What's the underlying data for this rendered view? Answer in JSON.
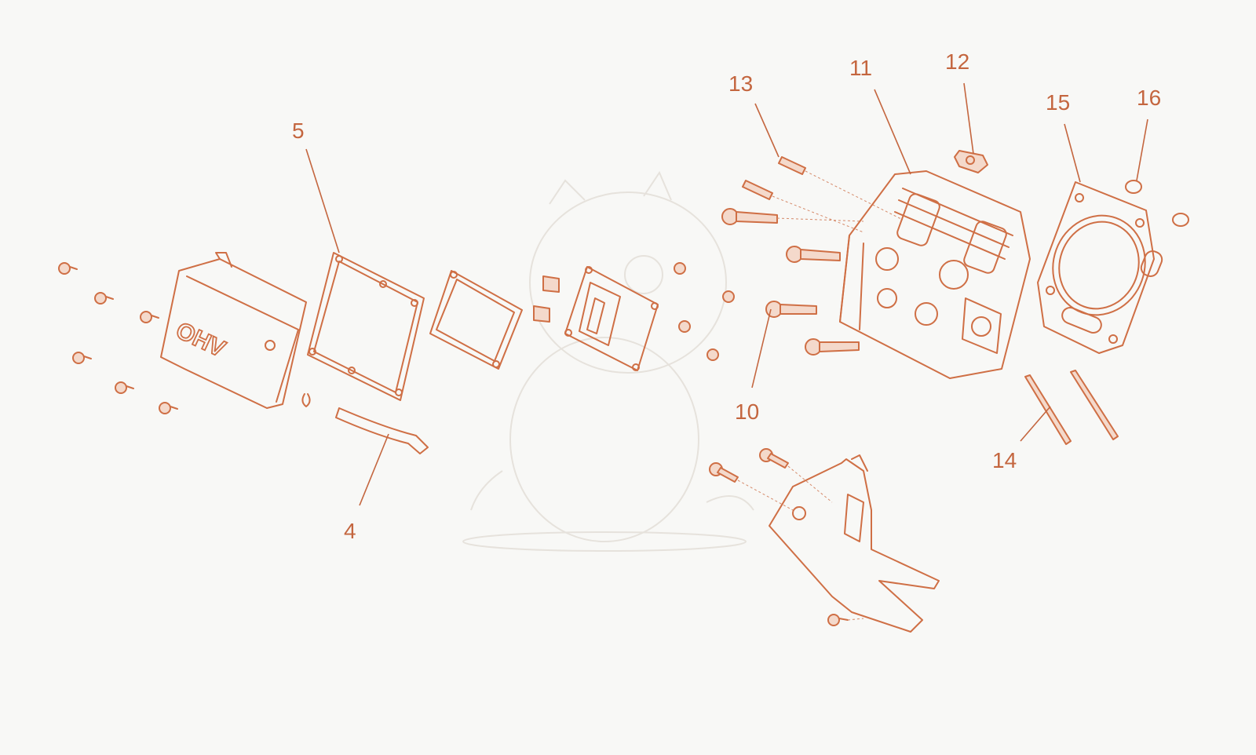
{
  "diagram": {
    "part_numbers": {
      "4": "4",
      "5": "5",
      "10": "10",
      "11": "11",
      "12": "12",
      "13": "13",
      "14": "14",
      "15": "15",
      "16": "16"
    },
    "cover_marking": "OHV",
    "colors": {
      "line": "#cf6f45",
      "label": "#c4663f",
      "background": "#f8f8f6",
      "watermark": "#e6e2dc"
    }
  }
}
